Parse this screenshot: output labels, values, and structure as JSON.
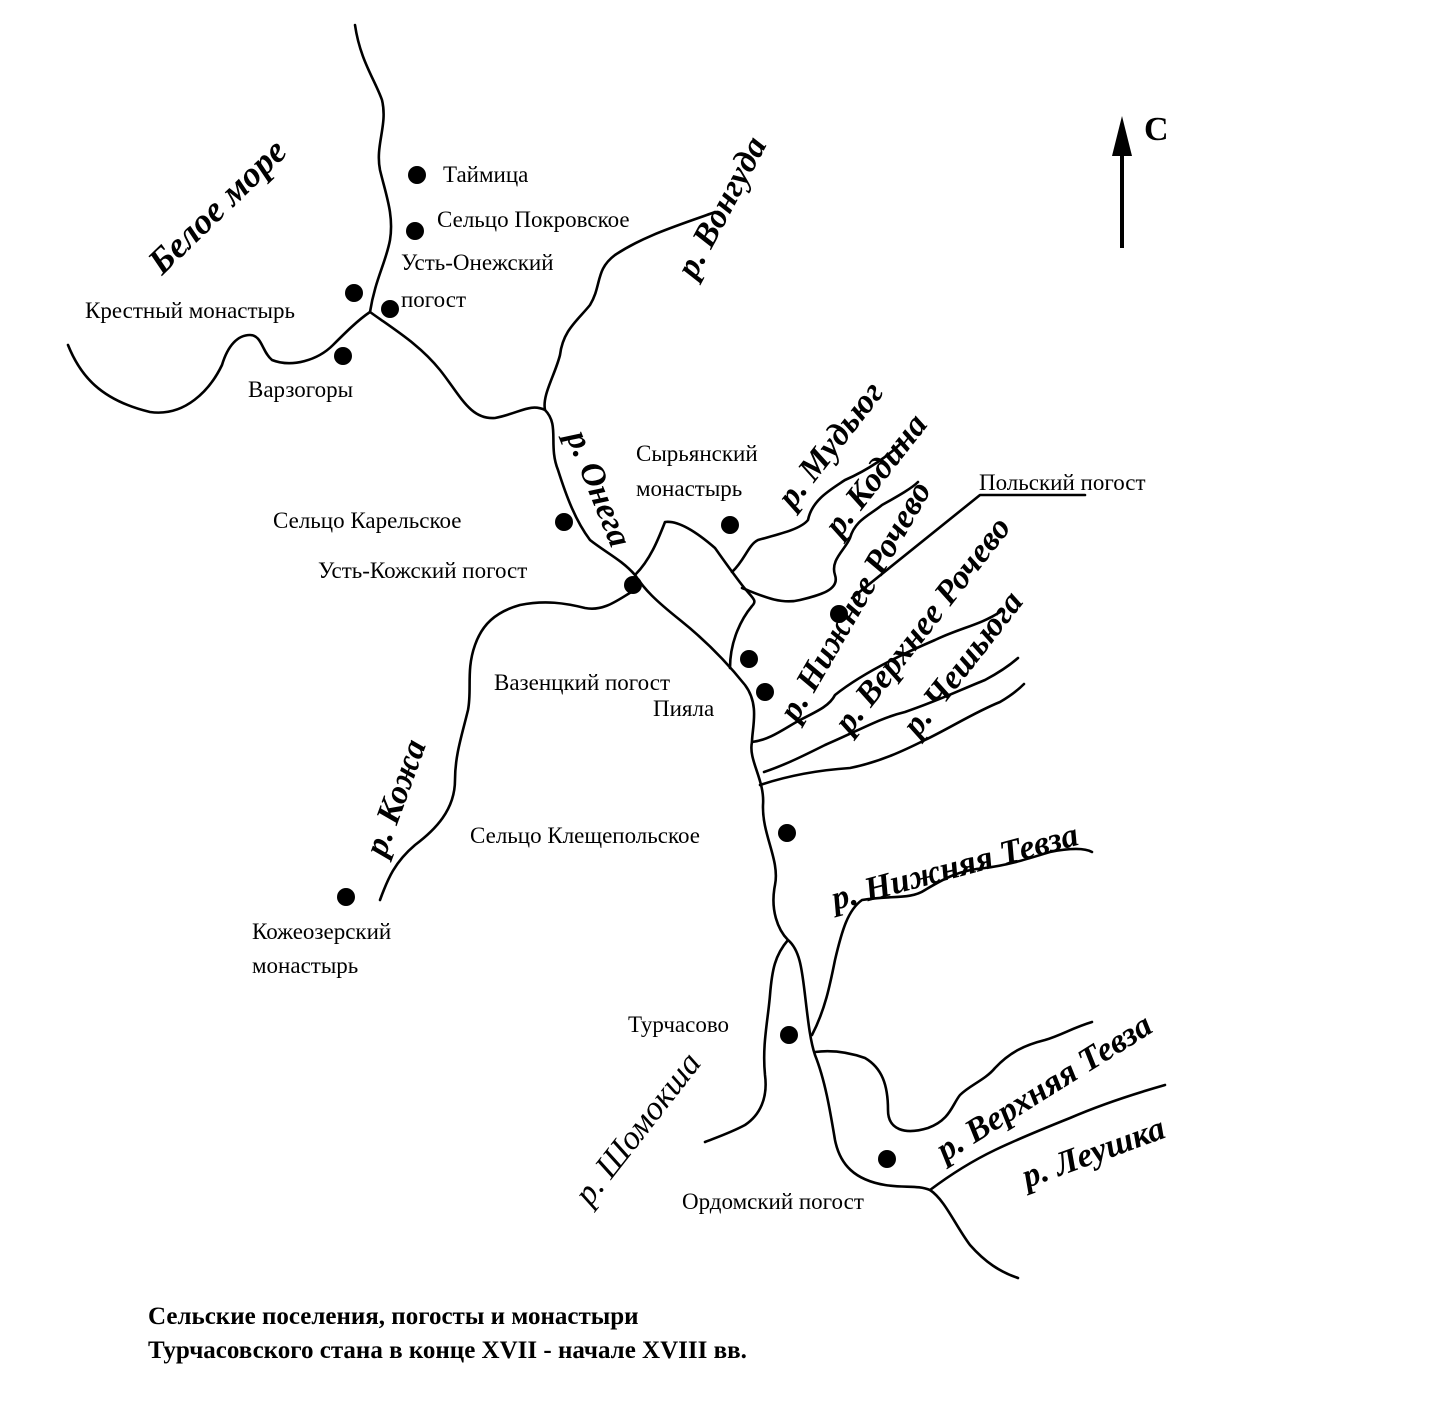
{
  "caption": {
    "line1": "Сельские поселения, погосты и монастыри",
    "line2": "Турчасовского стана в конце XVII - начале XVIII вв."
  },
  "north_arrow": {
    "label": "С"
  },
  "sea": {
    "label": "Белое море"
  },
  "rivers": {
    "onega": "р. Онега",
    "vonguda": "р. Вонгуда",
    "mudyug": "р. Мудьюг",
    "kodina": "р. Кодина",
    "nizhnee_rochevo": "р. Нижнее Рочево",
    "verkhnee_rochevo": "р. Верхнее Рочево",
    "cheshyuga": "р. Чешьюга",
    "kozha": "р. Кожа",
    "nizhnyaya_tevza": "р. Нижняя Тевза",
    "verkhnyaya_tevza": "р. Верхняя Тевза",
    "leushka": "р. Леушка",
    "shomoksha": "р. Шомокша"
  },
  "places": {
    "taymitsa": "Таймица",
    "seltso_pokrovskoe": "Сельцо Покровское",
    "ust_onezhsky_1": "Усть-Онежский",
    "ust_onezhsky_2": "погост",
    "krestny_monastyr": "Крестный монастырь",
    "varzogory": "Варзогоры",
    "syryansky_1": "Сырьянский",
    "syryansky_2": "монастырь",
    "polsky_pogost": "Польский погост",
    "seltso_karelskoe": "Сельцо Карельское",
    "ust_kozhsky": "Усть-Кожский погост",
    "vazentsky": "Вазенцкий погост",
    "piyala": "Пияла",
    "seltso_kleshchepolskoe": "Сельцо Клещепольское",
    "kozheozersky_1": "Кожеозерский",
    "kozheozersky_2": "монастырь",
    "turchasovo": "Турчасово",
    "ordomsky": "Ордомский погост"
  }
}
